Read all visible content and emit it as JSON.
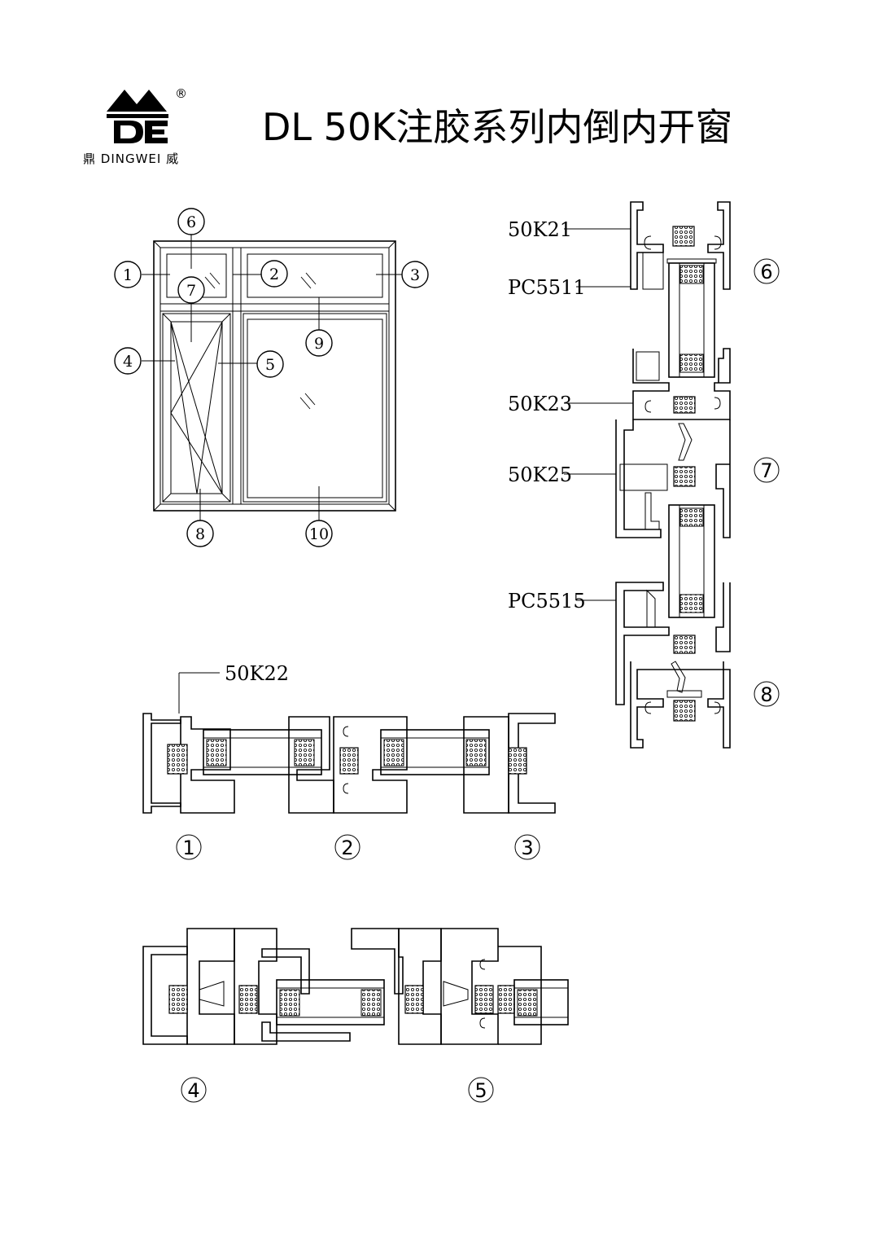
{
  "header": {
    "title": "DL 50K注胶系列内倒内开窗",
    "brand_text": "鼎 DINGWEI 威",
    "registered_mark": "®"
  },
  "elevation": {
    "callouts": [
      "1",
      "2",
      "3",
      "4",
      "5",
      "6",
      "7",
      "8",
      "9",
      "10"
    ]
  },
  "vertical_section": {
    "profiles": [
      "50K21",
      "PC5511",
      "50K23",
      "50K25",
      "PC5515"
    ],
    "section_numbers": [
      "6",
      "7",
      "8"
    ]
  },
  "horizontal_section_a": {
    "profile": "50K22",
    "section_numbers": [
      "1",
      "2",
      "3"
    ]
  },
  "horizontal_section_b": {
    "section_numbers": [
      "4",
      "5"
    ]
  }
}
